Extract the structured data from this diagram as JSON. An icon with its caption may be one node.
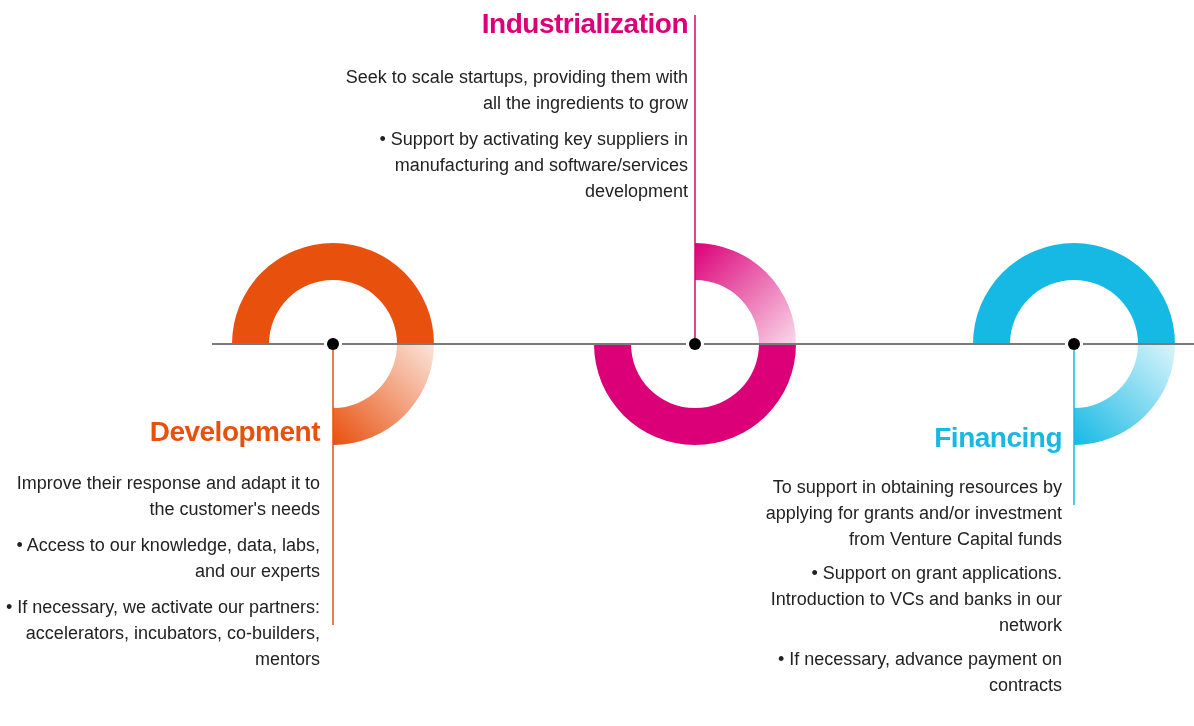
{
  "diagram": {
    "nodes": [
      {
        "text": [
          "Development",
          "Improve their response and adapt it to the customer's needs",
          "• Access to our knowledge, data, labs, and our experts",
          "• If necessary, we activate our partners: accelerators, incubators, co-builders, mentors"
        ]
      },
      {
        "text": [],
        "shape": "circle"
      },
      {
        "text": [
          "Industrialization",
          "Seek to scale startups, providing them with all the ingredients to grow",
          "• Support by activating key suppliers in manufacturing and software/services development"
        ]
      },
      {
        "text": [],
        "shape": "circle"
      },
      {
        "text": [
          "Financing",
          "To support in obtaining resources by applying for grants and/or investment from Venture Capital funds",
          "• Support on grant applications. Introduction to VCs and banks in our network",
          "• If necessary, advance payment on contracts"
        ]
      },
      {
        "text": [],
        "shape": "circle"
      }
    ],
    "edges": [
      {
        "from": 0,
        "to": 1,
        "arrow": "none",
        "color": "#e8500e"
      },
      {
        "from": 2,
        "to": 3,
        "arrow": "none",
        "color": "#dc0078"
      },
      {
        "from": 4,
        "to": 5,
        "arrow": "none",
        "color": "#16b9e4"
      }
    ]
  }
}
